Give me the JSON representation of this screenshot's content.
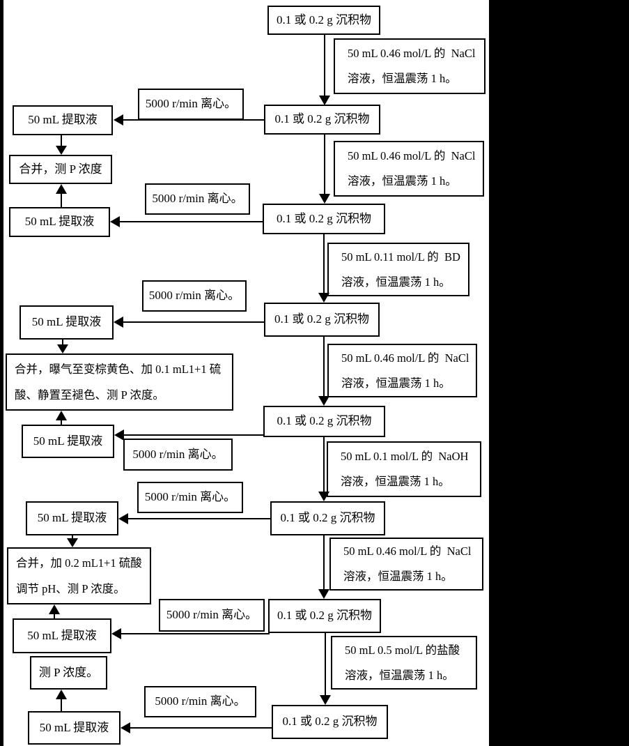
{
  "page": {
    "background": "#ffffff",
    "scan_margin_color": "#000000",
    "line_color": "#000000"
  },
  "diagram": {
    "type": "flowchart",
    "nodes": [
      {
        "id": "sediment-1",
        "label": "0.1 或 0.2 g 沉积物"
      },
      {
        "id": "reagent-nacl-1",
        "label": "50 mL 0.46 mol/L 的  NaCl\n溶液，恒温震荡 1 h。"
      },
      {
        "id": "centrifuge-1",
        "label": "5000 r/min 离心。"
      },
      {
        "id": "extract-1",
        "label": "50 mL 提取液"
      },
      {
        "id": "sediment-2",
        "label": "0.1 或 0.2 g 沉积物"
      },
      {
        "id": "merge-1",
        "label": "合并，测 P 浓度"
      },
      {
        "id": "reagent-nacl-2",
        "label": "50 mL 0.46 mol/L 的  NaCl\n溶液，恒温震荡 1 h。"
      },
      {
        "id": "centrifuge-2",
        "label": "5000 r/min 离心。"
      },
      {
        "id": "extract-2",
        "label": "50 mL 提取液"
      },
      {
        "id": "sediment-3",
        "label": "0.1 或 0.2 g 沉积物"
      },
      {
        "id": "reagent-bd",
        "label": "50 mL 0.11 mol/L 的  BD\n溶液，恒温震荡 1 h。"
      },
      {
        "id": "centrifuge-3",
        "label": "5000 r/min 离心。"
      },
      {
        "id": "extract-3",
        "label": "50 mL 提取液"
      },
      {
        "id": "sediment-4",
        "label": "0.1 或 0.2 g 沉积物"
      },
      {
        "id": "merge-aeration",
        "label": "合并，曝气至变棕黄色、加 0.1 mL1+1 硫\n酸、静置至褪色、测 P 浓度。"
      },
      {
        "id": "reagent-nacl-3",
        "label": "50 mL 0.46 mol/L 的  NaCl\n溶液，恒温震荡 1 h。"
      },
      {
        "id": "sediment-5",
        "label": "0.1 或 0.2 g 沉积物"
      },
      {
        "id": "extract-4",
        "label": "50 mL 提取液"
      },
      {
        "id": "centrifuge-4",
        "label": "5000 r/min 离心。"
      },
      {
        "id": "reagent-naoh",
        "label": "50 mL 0.1 mol/L 的  NaOH\n溶液，恒温震荡 1 h。"
      },
      {
        "id": "centrifuge-5",
        "label": "5000 r/min 离心。"
      },
      {
        "id": "extract-5",
        "label": "50 mL 提取液"
      },
      {
        "id": "sediment-6",
        "label": "0.1 或 0.2 g 沉积物"
      },
      {
        "id": "reagent-nacl-4",
        "label": "50 mL 0.46 mol/L 的  NaCl\n溶液，恒温震荡 1 h。"
      },
      {
        "id": "merge-ph",
        "label": "合并，加 0.2 mL1+1 硫酸\n调节 pH、测 P 浓度。"
      },
      {
        "id": "centrifuge-6",
        "label": "5000 r/min 离心。"
      },
      {
        "id": "sediment-7",
        "label": "0.1 或 0.2 g 沉积物"
      },
      {
        "id": "extract-6",
        "label": "50 mL 提取液"
      },
      {
        "id": "reagent-hcl",
        "label": "50 mL 0.5 mol/L 的盐酸\n溶液，恒温震荡 1 h。"
      },
      {
        "id": "measure-p",
        "label": "测 P 浓度。"
      },
      {
        "id": "centrifuge-7",
        "label": "5000 r/min 离心。"
      },
      {
        "id": "extract-7",
        "label": "50 mL 提取液"
      },
      {
        "id": "sediment-8",
        "label": "0.1 或 0.2 g 沉积物"
      }
    ]
  }
}
